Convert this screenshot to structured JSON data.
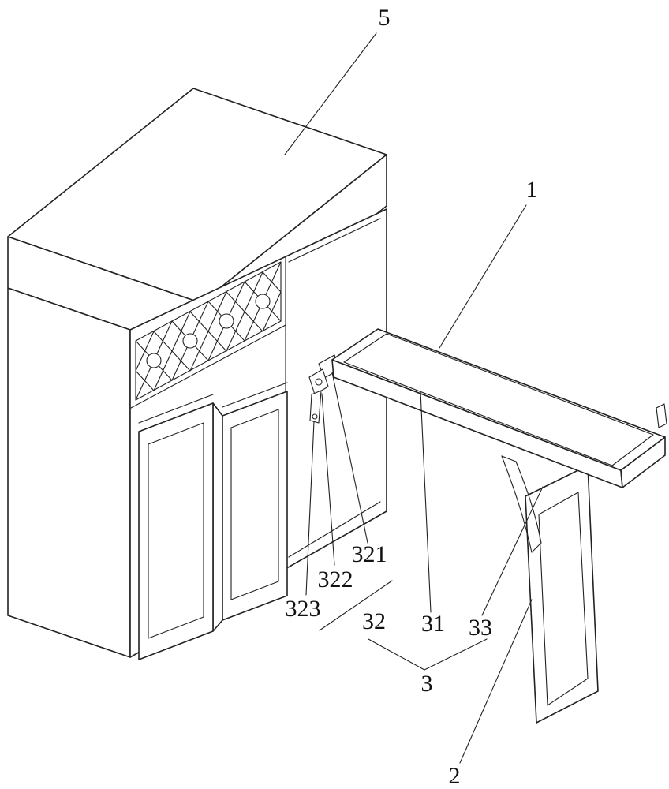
{
  "figure": {
    "background_color": "#ffffff",
    "line_color": "#222222"
  },
  "labels": {
    "l5": "5",
    "l1": "1",
    "l321": "321",
    "l322": "322",
    "l323": "323",
    "l32": "32",
    "l31": "31",
    "l33": "33",
    "l3": "3",
    "l2": "2"
  }
}
